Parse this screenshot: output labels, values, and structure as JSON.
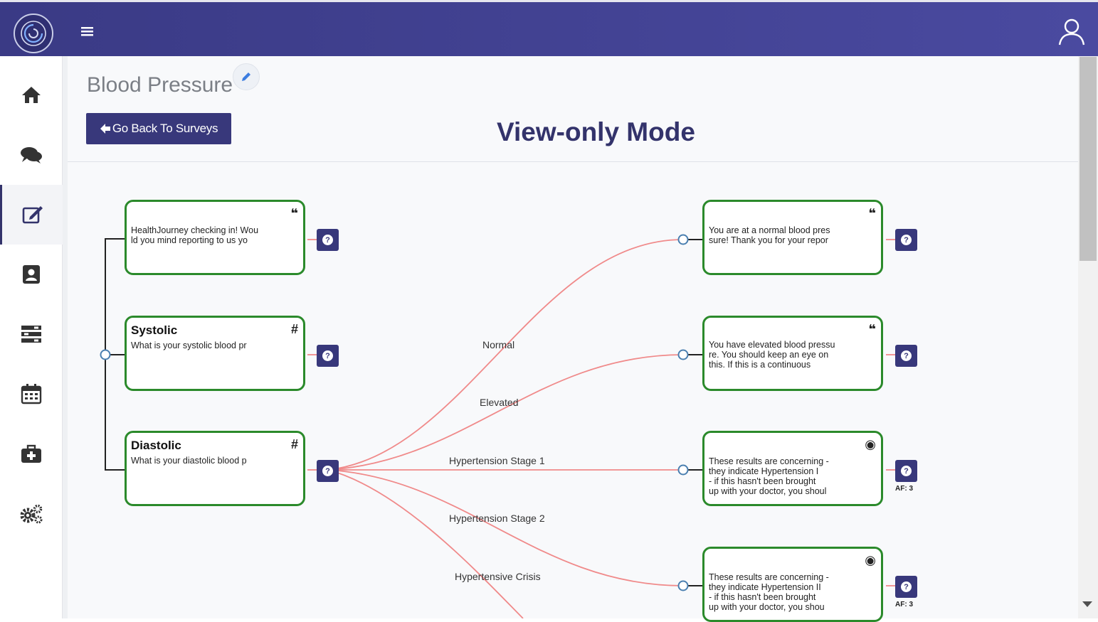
{
  "header": {
    "menu_icon": "hamburger-icon",
    "user_icon": "user-icon",
    "logo_icon": "spiral-logo-icon"
  },
  "sidebar": {
    "items": [
      {
        "icon": "home-icon"
      },
      {
        "icon": "chat-icon"
      },
      {
        "icon": "edit-icon",
        "active": true
      },
      {
        "icon": "contact-icon"
      },
      {
        "icon": "list-icon"
      },
      {
        "icon": "calendar-icon"
      },
      {
        "icon": "medkit-icon"
      },
      {
        "icon": "gears-icon"
      }
    ]
  },
  "page": {
    "survey_title": "Blood Pressure",
    "back_button": "Go Back To Surveys",
    "mode_title": "View-only Mode"
  },
  "flow": {
    "nodes": [
      {
        "id": "intro",
        "title": "",
        "text": "HealthJourney checking in! Wou\nld you mind reporting to us yo",
        "icon": "❝",
        "icon_name": "quote-icon"
      },
      {
        "id": "systolic",
        "title": "Systolic",
        "text": "What is your systolic blood pr",
        "icon": "#",
        "icon_name": "hash-icon"
      },
      {
        "id": "diastolic",
        "title": "Diastolic",
        "text": "What is your diastolic blood p",
        "icon": "#",
        "icon_name": "hash-icon"
      },
      {
        "id": "normal",
        "title": "",
        "text": "You are at a normal blood pres\nsure! Thank you for your repor",
        "icon": "❝",
        "icon_name": "quote-icon"
      },
      {
        "id": "elevated",
        "title": "",
        "text": "You have elevated blood pressu\nre. You should keep an eye on\nthis. If this is a continuous",
        "icon": "❝",
        "icon_name": "quote-icon"
      },
      {
        "id": "stage1",
        "title": "",
        "text": "These results are concerning -\nthey indicate Hypertension I\n- if this hasn't been brought\nup with your doctor, you shoul",
        "icon": "◉",
        "icon_name": "radio-icon",
        "af": "AF: 3"
      },
      {
        "id": "stage2",
        "title": "",
        "text": "These results are concerning -\nthey indicate Hypertension II\n- if this hasn't been brought\nup with your doctor, you shou",
        "icon": "◉",
        "icon_name": "radio-icon",
        "af": "AF: 3"
      }
    ],
    "edge_labels": [
      "Normal",
      "Elevated",
      "Hypertension Stage 1",
      "Hypertension Stage 2",
      "Hypertensive Crisis"
    ],
    "help_glyph": "?"
  },
  "colors": {
    "brand": "#38387b",
    "node_border": "#2b8a2b",
    "edge": "#f08a8a"
  }
}
